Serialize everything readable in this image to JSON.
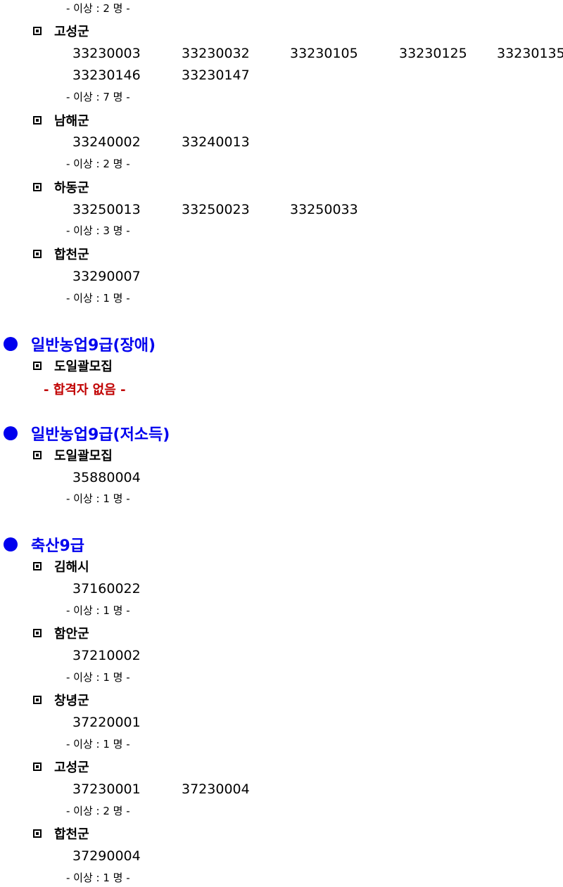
{
  "count_top": "- 이상 : 2 명 -",
  "goseong": {
    "name": "고성군",
    "ids": [
      "33230003",
      "33230032",
      "33230105",
      "33230125",
      "33230135",
      "33230146",
      "33230147"
    ],
    "count": "- 이상 : 7 명 -"
  },
  "namhae": {
    "name": "남해군",
    "ids": [
      "33240002",
      "33240013"
    ],
    "count": "- 이상 : 2 명 -"
  },
  "hadong": {
    "name": "하동군",
    "ids": [
      "33250013",
      "33250023",
      "33250033"
    ],
    "count": "- 이상 : 3 명 -"
  },
  "hapcheon": {
    "name": "합천군",
    "ids": [
      "33290007"
    ],
    "count": "- 이상 : 1 명 -"
  },
  "cat_disabled": {
    "title": "일반농업9급(장애)",
    "region": "도일괄모집",
    "none": "- 합격자 없음 -"
  },
  "cat_lowincome": {
    "title": "일반농업9급(저소득)",
    "region": "도일괄모집",
    "ids": [
      "35880004"
    ],
    "count": "- 이상 : 1 명 -"
  },
  "cat_livestock": {
    "title": "축산9급",
    "gimhae": {
      "name": "김해시",
      "ids": [
        "37160022"
      ],
      "count": "- 이상 : 1 명 -"
    },
    "haman": {
      "name": "함안군",
      "ids": [
        "37210002"
      ],
      "count": "- 이상 : 1 명 -"
    },
    "changnyeong": {
      "name": "창녕군",
      "ids": [
        "37220001"
      ],
      "count": "- 이상 : 1 명 -"
    },
    "goseong": {
      "name": "고성군",
      "ids": [
        "37230001",
        "37230004"
      ],
      "count": "- 이상 : 2 명 -"
    },
    "hapcheon": {
      "name": "합천군",
      "ids": [
        "37290004"
      ],
      "count": "- 이상 : 1 명 -"
    }
  },
  "colors": {
    "category_blue": "#0000ee",
    "none_red": "#c00000",
    "text": "#000000"
  },
  "icons": {
    "category_bullet": "filled-circle-icon",
    "region_bullet": "square-bullet-icon"
  }
}
